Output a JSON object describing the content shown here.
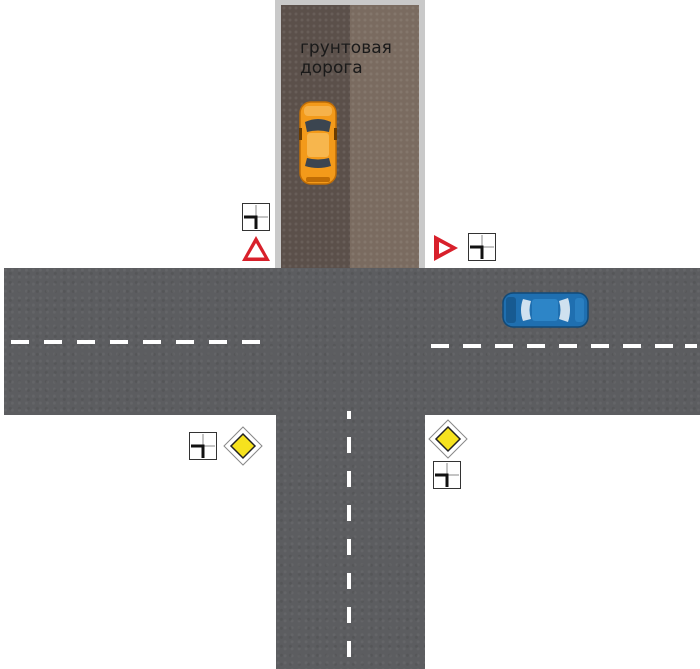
{
  "dirt_road": {
    "label_line1": "грунтовая",
    "label_line2": "дорога"
  },
  "signs": {
    "yield_sign": "give-way",
    "main_road_sign": "priority-road",
    "direction_plate": "main-road-direction-plate"
  },
  "vehicles": {
    "car_orange": "orange",
    "car_blue": "blue"
  },
  "colors": {
    "asphalt": "#5c5d60",
    "dirt_dark": "#5b504a",
    "dirt_light": "#7a6b60",
    "yield_red": "#d8202b",
    "priority_yellow": "#f6e21e",
    "car_orange": "#f39a1a",
    "car_blue": "#1f6fb0"
  }
}
